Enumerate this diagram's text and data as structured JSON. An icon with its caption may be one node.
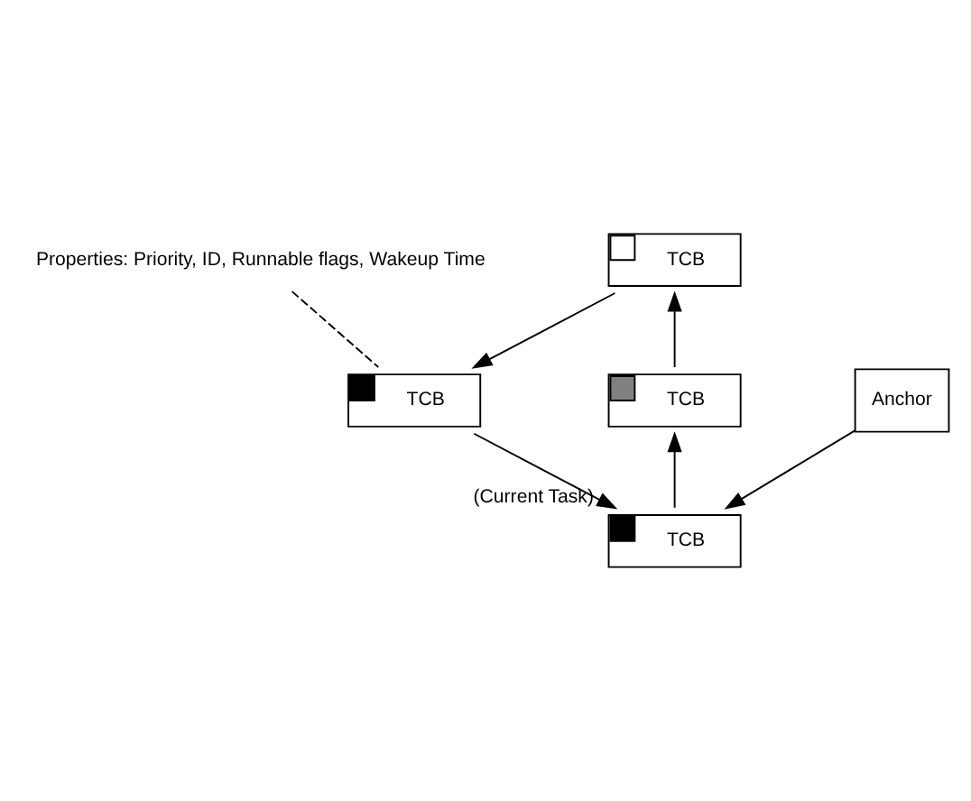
{
  "diagram": {
    "nodes": [
      {
        "text": [
          "Properties: Priority, ID, Runnable flags, Wakeup Time"
        ]
      },
      {
        "text": [
          "TCB"
        ]
      },
      {
        "text": [
          "TCB"
        ]
      },
      {
        "text": [
          "TCB"
        ]
      },
      {
        "text": [
          "TCB"
        ],
        "beside": [
          "(Current Task)"
        ]
      },
      {
        "text": [
          "Anchor"
        ]
      }
    ],
    "edges": [
      {
        "from": 1,
        "to": 2,
        "arrow": "to"
      },
      {
        "from": 2,
        "to": 4,
        "arrow": "to"
      },
      {
        "from": 4,
        "to": 3,
        "arrow": "to"
      },
      {
        "from": 3,
        "to": 1,
        "arrow": "to"
      },
      {
        "from": 5,
        "to": 4,
        "arrow": "to"
      },
      {
        "from": 0,
        "to": 2,
        "arrow": "none",
        "style": "dashed"
      }
    ]
  }
}
